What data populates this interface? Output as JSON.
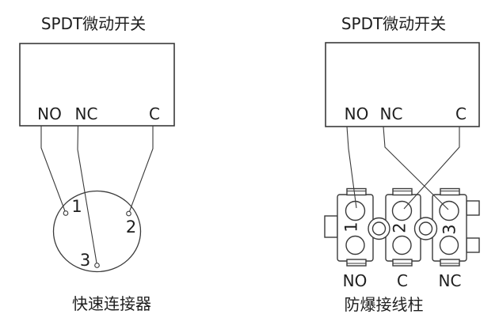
{
  "colors": {
    "line": "#3a3a3a",
    "text": "#1e1e1e",
    "background": "#ffffff"
  },
  "left_diagram": {
    "title": "SPDT微动开关",
    "box_terminals": [
      "NO",
      "NC",
      "C"
    ],
    "connector_pins": [
      "1",
      "2",
      "3"
    ],
    "caption": "快速连接器"
  },
  "right_diagram": {
    "title": "SPDT微动开关",
    "box_terminals": [
      "NO",
      "NC",
      "C"
    ],
    "terminal_numbers": [
      "1",
      "2",
      "3"
    ],
    "terminal_bottom_labels": [
      "NO",
      "C",
      "NC"
    ],
    "caption": "防爆接线柱"
  }
}
